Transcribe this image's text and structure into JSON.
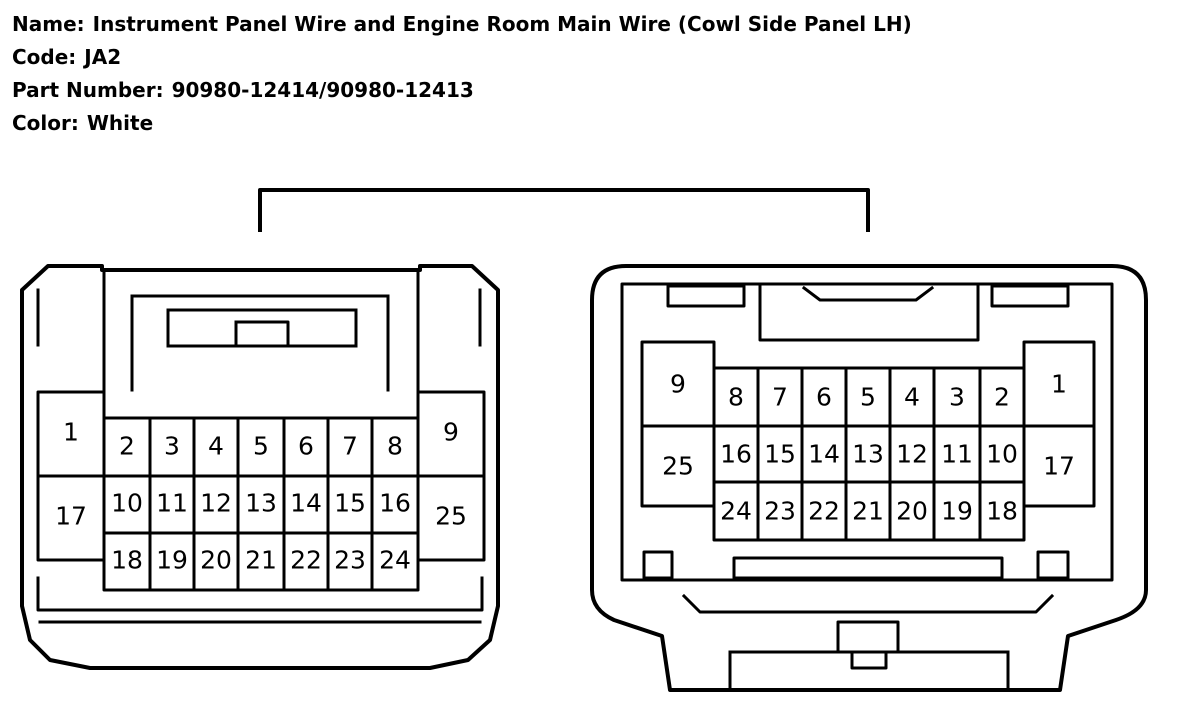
{
  "header": {
    "name_label": "Name:",
    "name_value": "Instrument Panel Wire and Engine Room Main Wire (Cowl Side Panel LH)",
    "code_label": "Code:",
    "code_value": "JA2",
    "part_label": "Part Number:",
    "part_value": "90980-12414/90980-12413",
    "color_label": "Color:",
    "color_value": "White"
  },
  "left_connector": {
    "side_pins": [
      "1",
      "17",
      "9",
      "25"
    ],
    "row1": [
      "2",
      "3",
      "4",
      "5",
      "6",
      "7",
      "8"
    ],
    "row2": [
      "10",
      "11",
      "12",
      "13",
      "14",
      "15",
      "16"
    ],
    "row3": [
      "18",
      "19",
      "20",
      "21",
      "22",
      "23",
      "24"
    ]
  },
  "right_connector": {
    "side_pins": [
      "9",
      "25",
      "1",
      "17"
    ],
    "row1": [
      "8",
      "7",
      "6",
      "5",
      "4",
      "3",
      "2"
    ],
    "row2": [
      "16",
      "15",
      "14",
      "13",
      "12",
      "11",
      "10"
    ],
    "row3": [
      "24",
      "23",
      "22",
      "21",
      "20",
      "19",
      "18"
    ]
  },
  "colors": {
    "line": "#000000",
    "background": "#ffffff"
  }
}
